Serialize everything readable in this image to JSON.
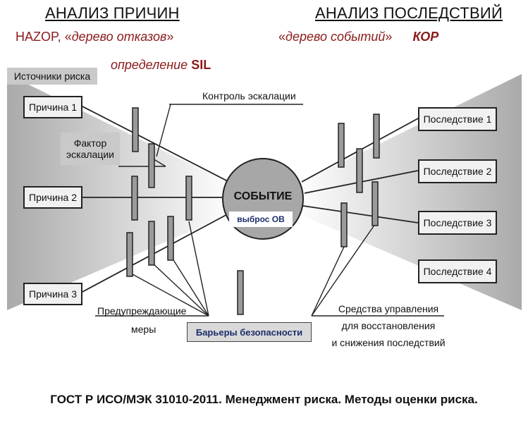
{
  "header": {
    "causes_title": "АНАЛИЗ ПРИЧИН",
    "consequences_title": "АНАЛИЗ ПОСЛЕДСТВИЙ"
  },
  "methods": {
    "left_prefix": "HAZOP, «",
    "left_italic": "дерево отказов",
    "left_suffix": "»",
    "right_prefix": "«",
    "right_italic": "дерево событий",
    "right_suffix": "»",
    "right_bold": "КОР",
    "sil_italic": "определение",
    "sil_bold": "SIL"
  },
  "diagram": {
    "risk_sources": "Источники риска",
    "causes": [
      "Причина 1",
      "Причина 2",
      "Причина 3"
    ],
    "consequences": [
      "Последствие 1",
      "Последствие 2",
      "Последствие 3",
      "Последствие 4"
    ],
    "event": "СОБЫТИЕ",
    "event_sub": "выброс ОВ",
    "escalation_control": "Контроль эскалации",
    "escalation_factor_line1": "Фактор",
    "escalation_factor_line2": "эскалации",
    "preventive_line1": "Предупреждающие",
    "preventive_line2": "меры",
    "safety_barriers": "Барьеры безопасности",
    "mitigation_line1": "Средства управления",
    "mitigation_line2": "для восстановления",
    "mitigation_line3": "и снижения последствий"
  },
  "footer": "ГОСТ Р ИСО/МЭК 31010-2011. Менеджмент риска. Методы оценки риска."
}
